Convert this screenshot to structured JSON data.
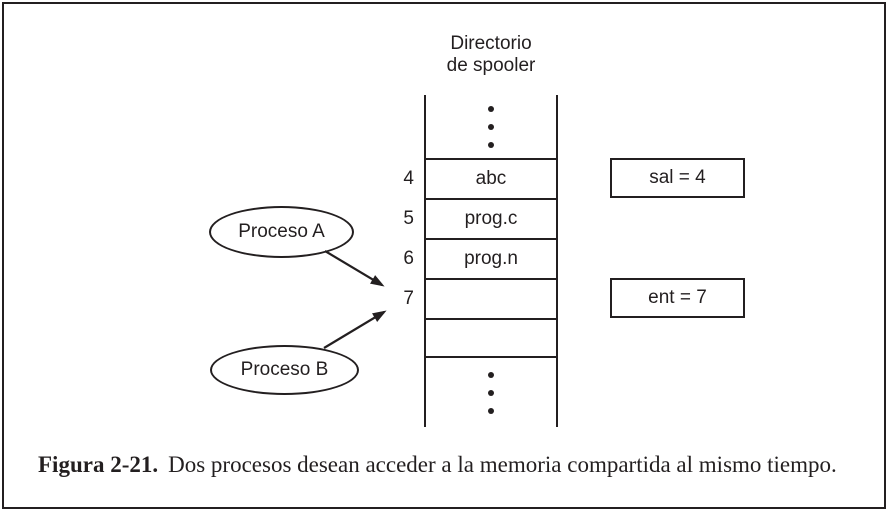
{
  "diagram": {
    "title_line1": "Directorio",
    "title_line2": "de spooler",
    "spooler": {
      "rows": [
        {
          "index": "4",
          "value": "abc"
        },
        {
          "index": "5",
          "value": "prog.c"
        },
        {
          "index": "6",
          "value": "prog.n"
        },
        {
          "index": "7",
          "value": ""
        },
        {
          "index": "",
          "value": ""
        }
      ]
    },
    "processes": [
      {
        "label": "Proceso A"
      },
      {
        "label": "Proceso B"
      }
    ],
    "variables": [
      {
        "label": "sal = 4"
      },
      {
        "label": "ent = 7"
      }
    ]
  },
  "caption": {
    "figure_label": "Figura 2-21.",
    "text": "Dos procesos desean acceder a la memoria compartida al mismo tiempo."
  },
  "colors": {
    "ink": "#231f20",
    "background": "#ffffff"
  }
}
